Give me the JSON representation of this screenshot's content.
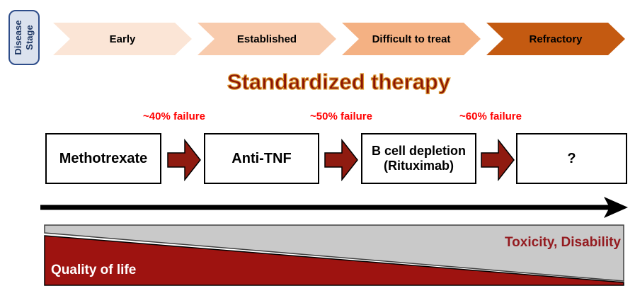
{
  "disease_stage": {
    "line1": "Disease",
    "line2": "Stage"
  },
  "stages": [
    {
      "label": "Early",
      "color": "#fbe5d6"
    },
    {
      "label": "Established",
      "color": "#f8cbad"
    },
    {
      "label": "Difficult to treat",
      "color": "#f4b183"
    },
    {
      "label": "Refractory",
      "color": "#c45a11"
    }
  ],
  "title": "Standardized therapy",
  "failure_labels": [
    "~40% failure",
    "~50% failure",
    "~60% failure"
  ],
  "treatments": [
    {
      "name": "Methotrexate"
    },
    {
      "name": "Anti-TNF"
    },
    {
      "name": "B cell depletion",
      "sub": "(Rituximab)"
    },
    {
      "name": "?"
    }
  ],
  "tradeoff": {
    "quality_label": "Quality of life",
    "toxicity_label": "Toxicity, Disability"
  },
  "colors": {
    "title_fill": "#8b1506",
    "title_outline": "#dd9933",
    "failure_text": "#ff0000",
    "flow_arrow_fill": "#8f1b10",
    "timeline_arrow": "#000000",
    "quality_triangle_fill": "#9e1310",
    "toxicity_triangle_fill": "#c9c9c9",
    "toxicity_text": "#941b20",
    "stage_box_fill": "#dbe2ee",
    "stage_box_border": "#2e4d8a",
    "stage_box_text": "#1f3864",
    "treatment_box_border": "#000000"
  }
}
